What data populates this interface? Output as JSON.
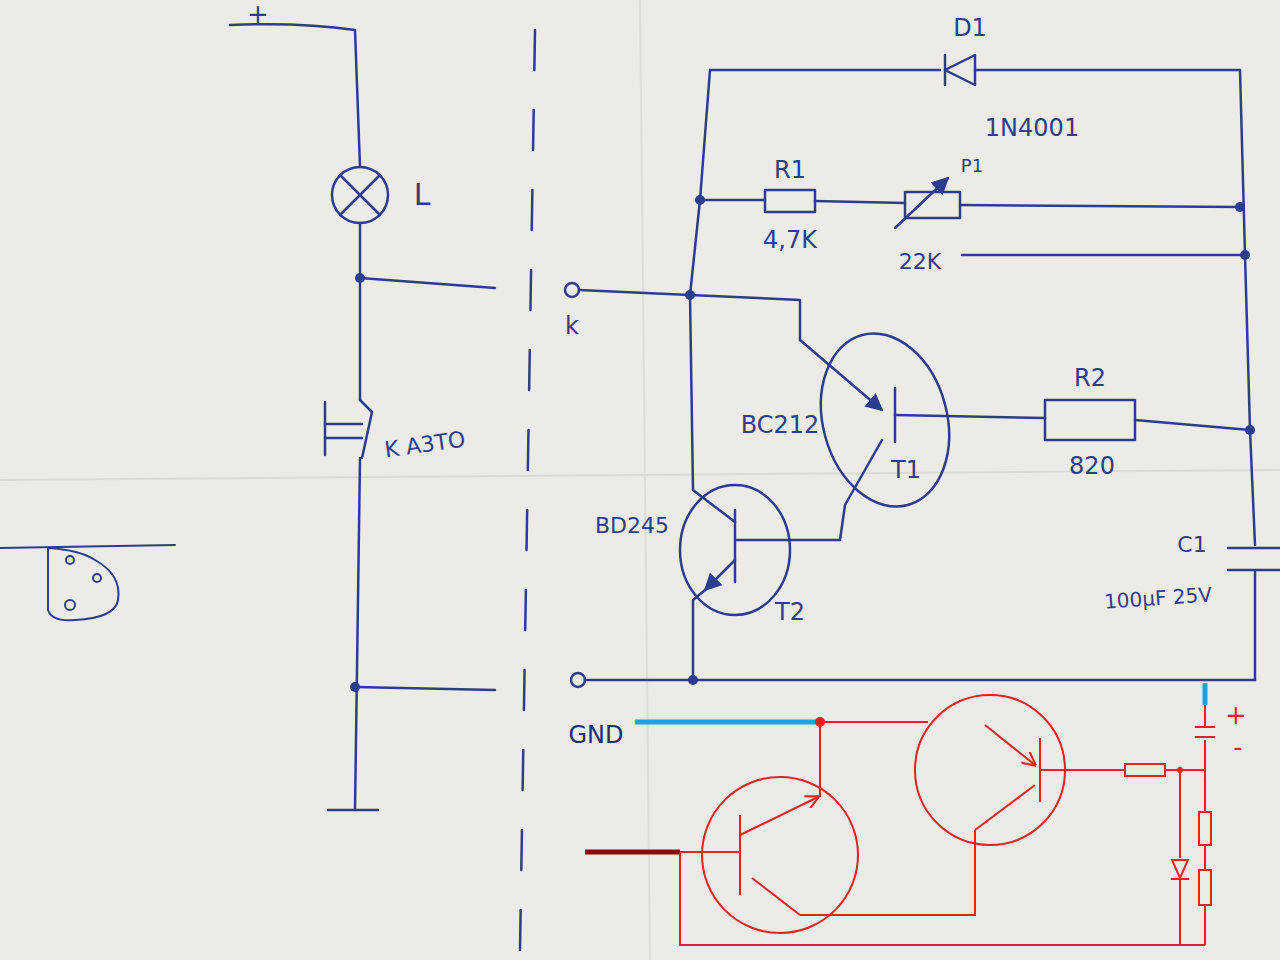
{
  "diagram": {
    "labels": [
      "+",
      "L",
      "K A3TO",
      "D1",
      "1N4001",
      "R1",
      "4,7K",
      "P1",
      "22K",
      "k",
      "R2",
      "BC212",
      "T1",
      "820",
      "BD245",
      "T2",
      "C1",
      "100µF 25V",
      "GND",
      "+",
      "-"
    ]
  }
}
